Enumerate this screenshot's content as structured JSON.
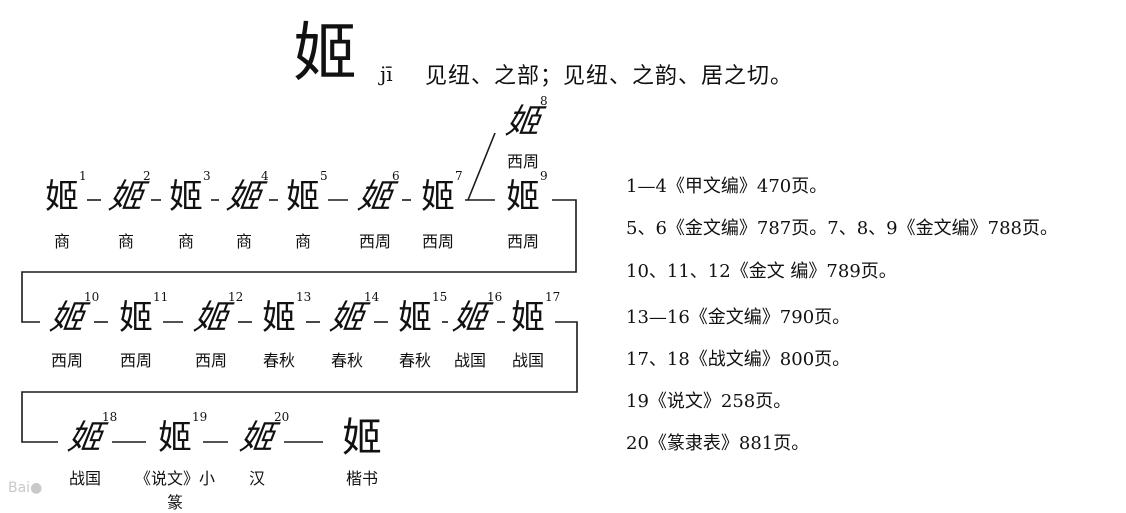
{
  "header": {
    "character": "姬",
    "pinyin": "jī",
    "reading": "见纽、之部；见纽、之韵、居之切。"
  },
  "glyphs": [
    {
      "num": "1",
      "era": "商"
    },
    {
      "num": "2",
      "era": "商"
    },
    {
      "num": "3",
      "era": "商"
    },
    {
      "num": "4",
      "era": "商"
    },
    {
      "num": "5",
      "era": "商"
    },
    {
      "num": "6",
      "era": "西周"
    },
    {
      "num": "7",
      "era": "西周"
    },
    {
      "num": "8",
      "era": "西周"
    },
    {
      "num": "9",
      "era": "西周"
    },
    {
      "num": "10",
      "era": "西周"
    },
    {
      "num": "11",
      "era": "西周"
    },
    {
      "num": "12",
      "era": "西周"
    },
    {
      "num": "13",
      "era": "春秋"
    },
    {
      "num": "14",
      "era": "春秋"
    },
    {
      "num": "15",
      "era": "春秋"
    },
    {
      "num": "16",
      "era": "战国"
    },
    {
      "num": "17",
      "era": "战国"
    },
    {
      "num": "18",
      "era": "战国"
    },
    {
      "num": "19",
      "era": "《说文》小篆"
    },
    {
      "num": "20",
      "era": "汉"
    }
  ],
  "kaishu": {
    "char": "姬",
    "era": "楷书"
  },
  "sources": [
    "1—4《甲文编》470页。",
    "5、6《金文编》787页。7、8、9《金文编》788页。",
    "10、11、12《金文 编》789页。",
    "13—16《金文编》790页。",
    "17、18《战文编》800页。",
    "19《说文》258页。",
    "20《篆隶表》881页。"
  ]
}
